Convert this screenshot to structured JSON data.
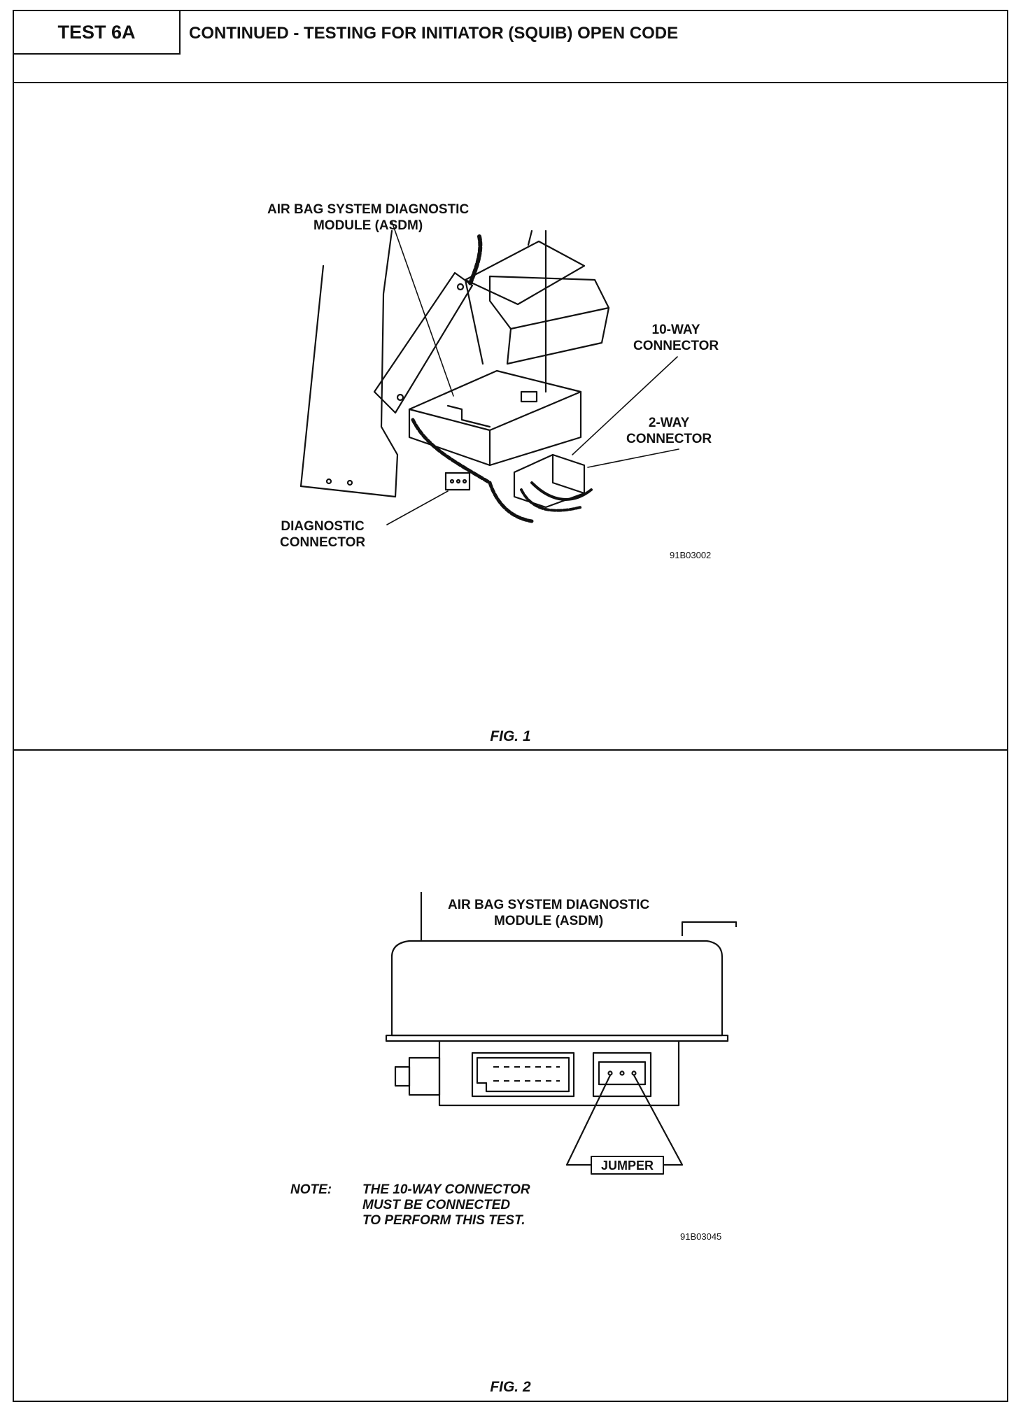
{
  "header": {
    "test_id": "TEST 6A",
    "title": "CONTINUED - TESTING FOR INITIATOR (SQUIB) OPEN CODE"
  },
  "fig1": {
    "caption": "FIG. 1",
    "label_module_line1": "AIR BAG SYSTEM DIAGNOSTIC",
    "label_module_line2": "MODULE (ASDM)",
    "label_10way_line1": "10-WAY",
    "label_10way_line2": "CONNECTOR",
    "label_2way_line1": "2-WAY",
    "label_2way_line2": "CONNECTOR",
    "label_diag_line1": "DIAGNOSTIC",
    "label_diag_line2": "CONNECTOR",
    "figure_id": "91B03002"
  },
  "fig2": {
    "caption": "FIG. 2",
    "label_module_line1": "AIR BAG SYSTEM DIAGNOSTIC",
    "label_module_line2": "MODULE (ASDM)",
    "label_jumper": "JUMPER",
    "note_label": "NOTE:",
    "note_line1": "THE 10-WAY CONNECTOR",
    "note_line2": "MUST BE CONNECTED",
    "note_line3": "TO PERFORM THIS TEST.",
    "figure_id": "91B03045"
  }
}
